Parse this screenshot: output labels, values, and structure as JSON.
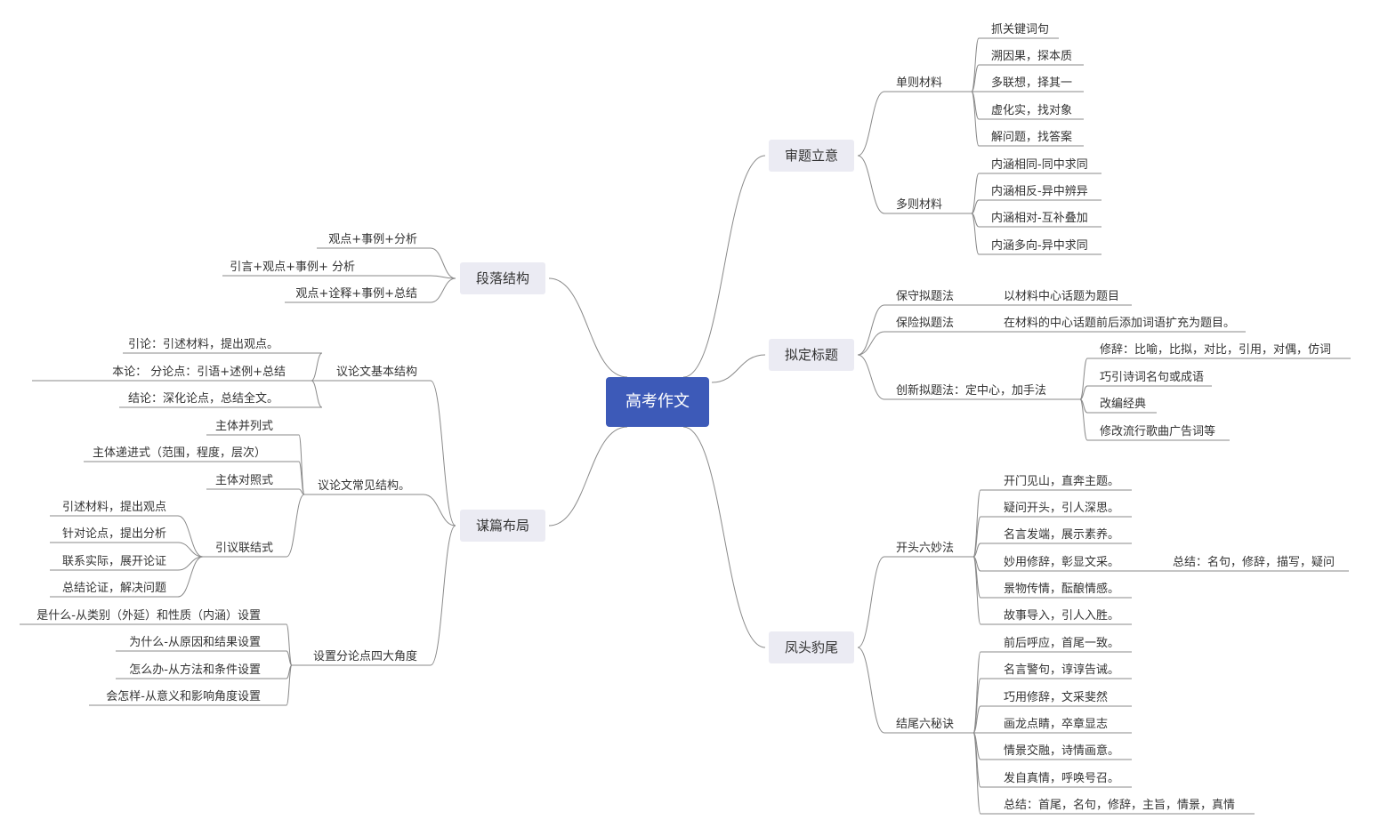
{
  "root": "高考作文",
  "b1": {
    "label": "审题立意",
    "g1": {
      "label": "单则材料",
      "items": [
        "抓关键词句",
        "溯因果，探本质",
        "多联想，择其一",
        "虚化实，找对象",
        "解问题，找答案"
      ]
    },
    "g2": {
      "label": "多则材料",
      "items": [
        "内涵相同-同中求同",
        "内涵相反-异中辨异",
        "内涵相对-互补叠加",
        "内涵多向-异中求同"
      ]
    }
  },
  "b2": {
    "label": "拟定标题",
    "g1": {
      "label": "保守拟题法",
      "items": [
        "以材料中心话题为题目"
      ]
    },
    "g2": {
      "label": "保险拟题法",
      "items": [
        "在材料的中心话题前后添加词语扩充为题目。"
      ]
    },
    "g3": {
      "label": "创新拟题法：定中心，加手法",
      "items": [
        "修辞：比喻，比拟，对比，引用，对偶，仿词",
        "巧引诗词名句或成语",
        "改编经典",
        "修改流行歌曲广告词等"
      ]
    }
  },
  "b3": {
    "label": "凤头豹尾",
    "g1": {
      "label": "开头六妙法",
      "items": [
        "开门见山，直奔主题。",
        "疑问开头，引人深思。",
        "名言发端，展示素养。",
        "妙用修辞，彰显文采。",
        "景物传情，酝酿情感。",
        "故事导入，引人入胜。"
      ],
      "summary": "总结：名句，修辞，描写，疑问"
    },
    "g2": {
      "label": "结尾六秘诀",
      "items": [
        "前后呼应，首尾一致。",
        "名言警句，谆谆告诫。",
        "巧用修辞，文采斐然",
        "画龙点睛，卒章显志",
        "情景交融，诗情画意。",
        "发自真情，呼唤号召。",
        "总结：首尾，名句，修辞，主旨，情景，真情"
      ]
    }
  },
  "b4": {
    "label": "段落结构",
    "items": [
      "观点+事例+分析",
      "引言+观点+事例+ 分析",
      "观点+诠释+事例+总结"
    ]
  },
  "b5": {
    "label": "谋篇布局",
    "g1": {
      "label": "议论文基本结构",
      "items": [
        "引论：引述材料，提出观点。",
        "本论：    分论点：引语+述例+总结",
        "结论：深化论点，总结全文。"
      ]
    },
    "g2": {
      "label": "议论文常见结构。",
      "items": [
        "主体并列式",
        "主体递进式（范围，程度，层次）",
        "主体对照式"
      ],
      "sub": {
        "label": "引议联结式",
        "items": [
          "引述材料，提出观点",
          "针对论点，提出分析",
          "联系实际，展开论证",
          "总结论证，解决问题"
        ]
      }
    },
    "g3": {
      "label": "设置分论点四大角度",
      "items": [
        "是什么-从类别（外延）和性质（内涵）设置",
        "为什么-从原因和结果设置",
        "怎么办-从方法和条件设置",
        "会怎样-从意义和影响角度设置"
      ]
    }
  }
}
